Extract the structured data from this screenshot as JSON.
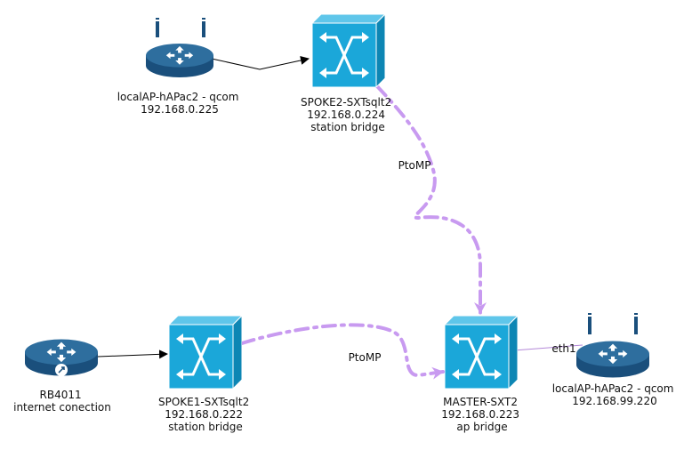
{
  "colors": {
    "cyan": "#1ba7d9",
    "cyan_top": "#5fc6ea",
    "cyan_side": "#0d86b4",
    "router_top": "#2e6e9e",
    "router_body": "#1a4f7c",
    "ptomp_link": "#c89af0",
    "eth_link": "#b388d8",
    "wire": "#000000"
  },
  "nodes": {
    "localap_qcom_top": {
      "icon": "router-with-antennas-icon",
      "lines": [
        "localAP-hAPac2 - qcom",
        "192.168.0.225"
      ]
    },
    "spoke2": {
      "icon": "switch-icon",
      "lines": [
        "SPOKE2-SXTsqlt2",
        "192.168.0.224",
        "station bridge"
      ]
    },
    "rb4011": {
      "icon": "router-icon",
      "lines": [
        "RB4011",
        "internet conection"
      ]
    },
    "spoke1": {
      "icon": "switch-icon",
      "lines": [
        "SPOKE1-SXTsqlt2",
        "192.168.0.222",
        "station bridge"
      ]
    },
    "master": {
      "icon": "switch-icon",
      "lines": [
        "MASTER-SXT2",
        "192.168.0.223",
        "ap bridge"
      ]
    },
    "localap_qcom_right": {
      "icon": "router-with-antennas-icon",
      "lines": [
        "localAP-hAPac2 - qcom",
        "192.168.99.220"
      ]
    }
  },
  "edges": {
    "ptomp_upper": "PtoMP",
    "ptomp_lower": "PtoMP",
    "eth1": "eth1"
  }
}
